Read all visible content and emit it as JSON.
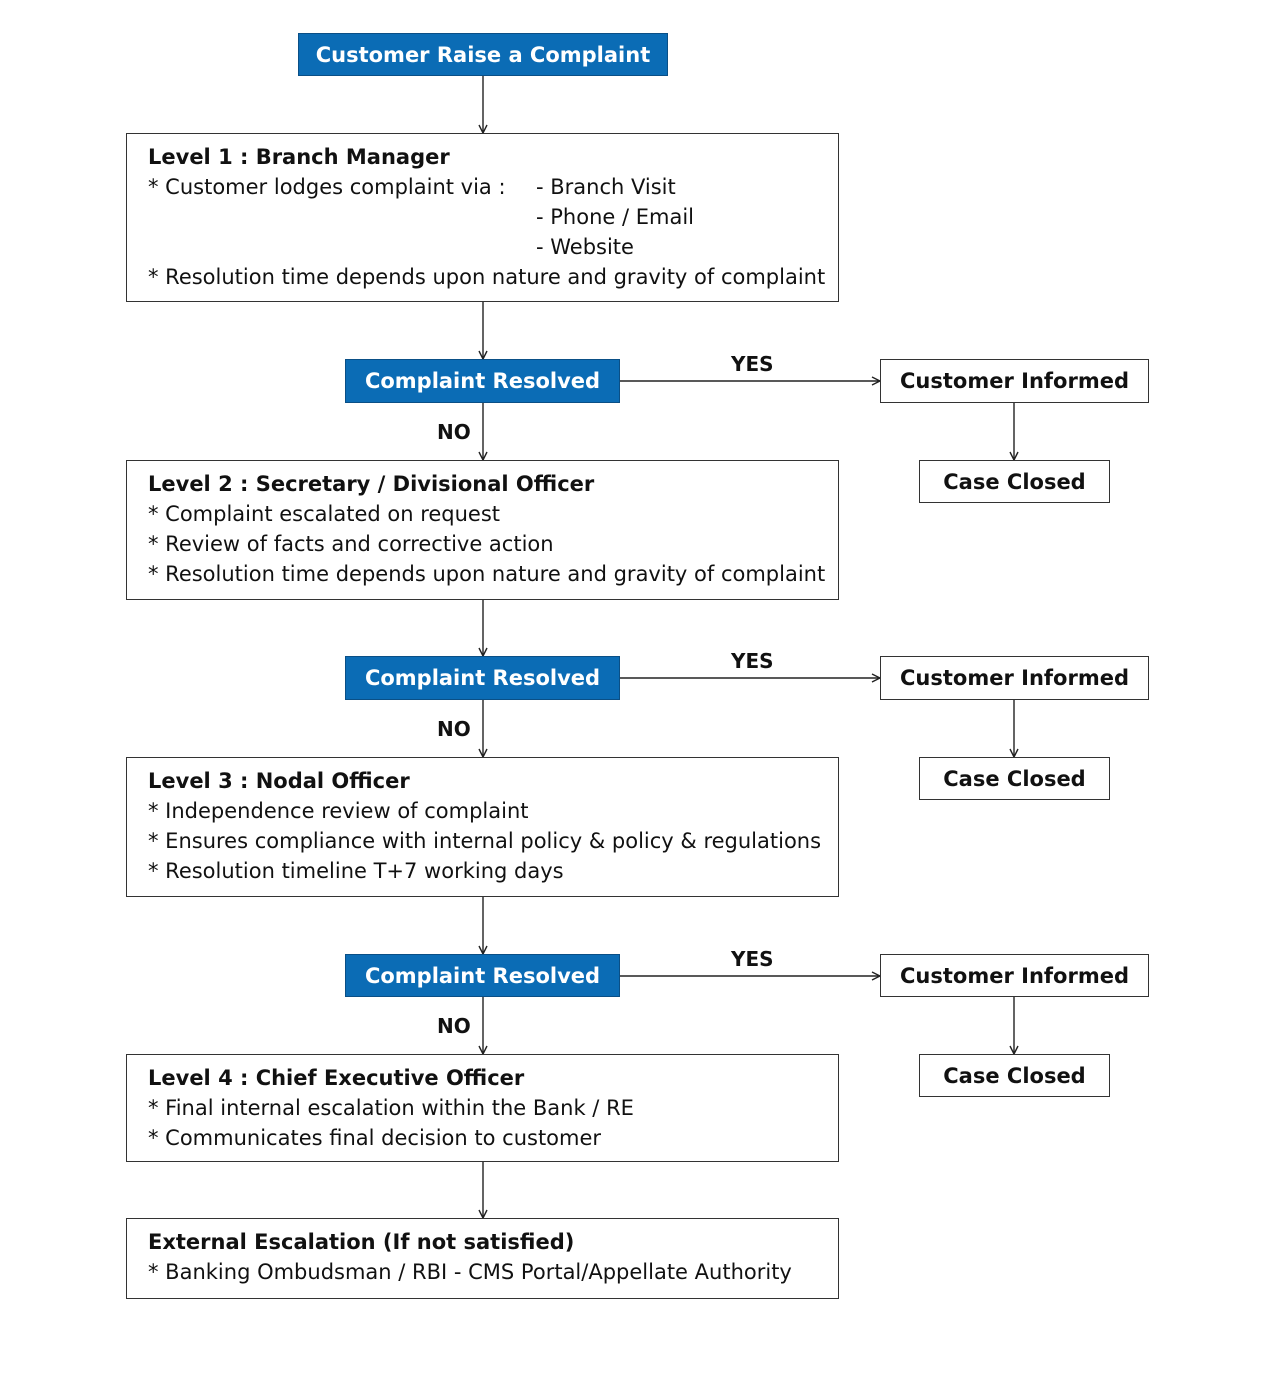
{
  "start": {
    "label": "Customer Raise a Complaint"
  },
  "levels": [
    {
      "title": "Level 1 : Branch Manager",
      "lodge_text": "* Customer lodges complaint via :",
      "channels": [
        "- Branch Visit",
        "- Phone / Email",
        "- Website"
      ],
      "lines": [
        "* Resolution time depends upon nature and gravity of complaint"
      ]
    },
    {
      "title": "Level 2 : Secretary / Divisional Officer",
      "lines": [
        "* Complaint escalated on request",
        "* Review of facts and corrective action",
        "* Resolution time depends upon nature and gravity of complaint"
      ]
    },
    {
      "title": "Level 3 : Nodal Officer",
      "lines": [
        "* Independence review of complaint",
        "* Ensures compliance with internal policy & policy & regulations",
        "* Resolution timeline T+7 working days"
      ]
    },
    {
      "title": "Level 4 : Chief Executive Officer",
      "lines": [
        "* Final internal escalation within the Bank / RE",
        "* Communicates final decision to customer"
      ]
    }
  ],
  "external": {
    "title": "External Escalation (If not satisfied)",
    "lines": [
      "* Banking Ombudsman / RBI - CMS Portal/Appellate Authority"
    ]
  },
  "decisions": [
    {
      "label": "Complaint Resolved",
      "yes": "YES",
      "no": "NO",
      "informed": "Customer Informed",
      "closed": "Case Closed"
    },
    {
      "label": "Complaint Resolved",
      "yes": "YES",
      "no": "NO",
      "informed": "Customer Informed",
      "closed": "Case Closed"
    },
    {
      "label": "Complaint Resolved",
      "yes": "YES",
      "no": "NO",
      "informed": "Customer Informed",
      "closed": "Case Closed"
    }
  ],
  "colors": {
    "accent": "#0b6cb5",
    "accent_border": "#0a4f86",
    "border": "#333333"
  }
}
